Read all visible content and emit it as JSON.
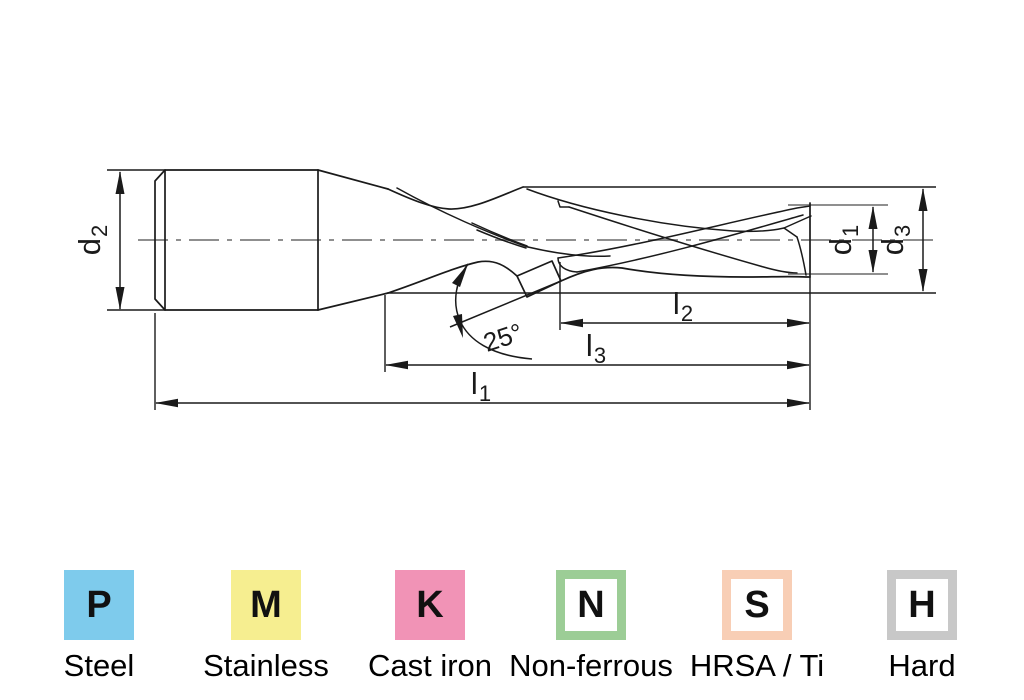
{
  "drawing": {
    "angle_label": "25°",
    "dimension_labels": {
      "d1": {
        "base": "d",
        "sub": "1"
      },
      "d2": {
        "base": "d",
        "sub": "2"
      },
      "d3": {
        "base": "d",
        "sub": "3"
      },
      "l1": {
        "base": "l",
        "sub": "1"
      },
      "l2": {
        "base": "l",
        "sub": "2"
      },
      "l3": {
        "base": "l",
        "sub": "3"
      }
    },
    "colors": {
      "stroke": "#1a1a1a",
      "centerline": "#8f8f8f"
    }
  },
  "materials": {
    "items": [
      {
        "code": "P",
        "label": "Steel",
        "color": "#7ecbec",
        "box_style": "solid"
      },
      {
        "code": "M",
        "label": "Stainless",
        "color": "#f6ee90",
        "box_style": "solid"
      },
      {
        "code": "K",
        "label": "Cast iron",
        "color": "#f193b6",
        "box_style": "solid"
      },
      {
        "code": "N",
        "label": "Non-ferrous",
        "color": "#9ccd96",
        "box_style": "outline"
      },
      {
        "code": "S",
        "label": "HRSA / Ti",
        "color": "#f8ceb5",
        "box_style": "outline"
      },
      {
        "code": "H",
        "label": "Hard",
        "color": "#c8c8c8",
        "box_style": "outline"
      }
    ]
  }
}
